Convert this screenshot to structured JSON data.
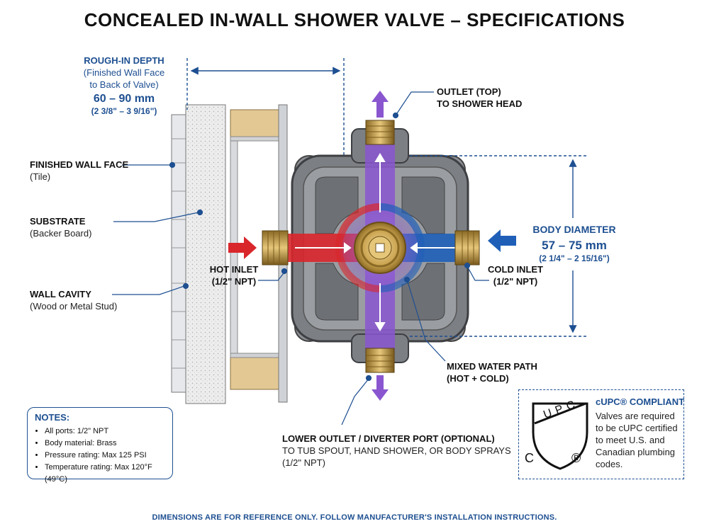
{
  "title": "CONCEALED IN-WALL SHOWER VALVE – SPECIFICATIONS",
  "rough_in": {
    "heading": "ROUGH-IN DEPTH",
    "sub1": "(Finished Wall Face",
    "sub2": "to Back of Valve)",
    "value_mm": "60 – 90 mm",
    "value_in": "(2 3/8\" – 3 9/16\")"
  },
  "finished_wall": {
    "label": "FINISHED WALL FACE",
    "sub": "(Tile)"
  },
  "substrate": {
    "label": "SUBSTRATE",
    "sub": "(Backer Board)"
  },
  "wall_cavity": {
    "label": "WALL CAVITY",
    "sub": "(Wood or Metal Stud)"
  },
  "outlet_top": {
    "label": "OUTLET (TOP)",
    "sub": "TO SHOWER HEAD"
  },
  "body_diameter": {
    "heading": "BODY DIAMETER",
    "value_mm": "57 – 75 mm",
    "value_in": "(2 1/4\" – 2 15/16\")"
  },
  "hot_inlet": {
    "label": "HOT INLET",
    "sub": "(1/2\" NPT)"
  },
  "cold_inlet": {
    "label": "COLD INLET",
    "sub": "(1/2\" NPT)"
  },
  "mixed_path": {
    "label": "MIXED WATER PATH",
    "sub": "(HOT + COLD)"
  },
  "lower_outlet": {
    "label": "LOWER OUTLET / DIVERTER PORT (OPTIONAL)",
    "sub1": "TO TUB SPOUT, HAND SHOWER, OR BODY SPRAYS",
    "sub2": "(1/2\" NPT)"
  },
  "notes": {
    "heading": "NOTES:",
    "items": [
      "All ports: 1/2\" NPT",
      "Body material: Brass",
      "Pressure rating: Max 125 PSI",
      "Temperature rating: Max 120°F (49°C)"
    ]
  },
  "cupc": {
    "heading": "cUPC® COMPLIANT",
    "lines": [
      "Valves are required",
      "to be cUPC certified",
      "to meet U.S. and",
      "Canadian plumbing",
      "codes."
    ],
    "logo_letters": "UPC",
    "logo_c": "C",
    "logo_r": "®"
  },
  "footer": "DIMENSIONS ARE FOR REFERENCE ONLY. FOLLOW MANUFACTURER'S INSTALLATION INSTRUCTIONS.",
  "colors": {
    "hot": "#d9262b",
    "cold": "#1f5fb8",
    "mixed": "#8a56d0",
    "accent": "#1d4f91",
    "brass": "#c9a24e",
    "body": "#7c7f84"
  }
}
